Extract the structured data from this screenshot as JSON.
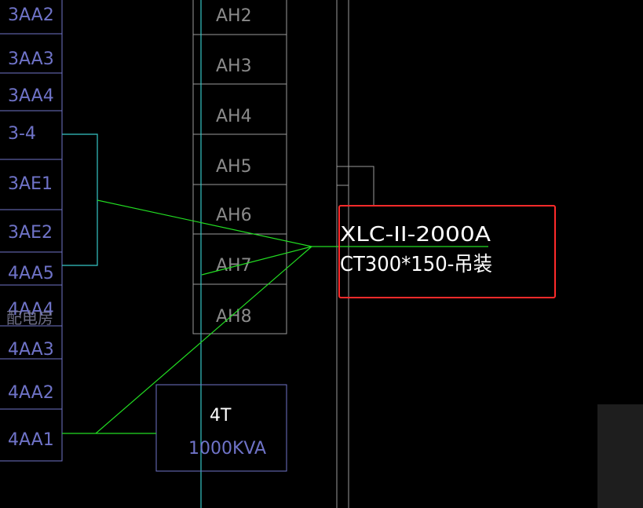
{
  "colors": {
    "background": "#000000",
    "panel_blue": "#6f73c8",
    "cabinet_gray": "#9a9a9a",
    "wire_green": "#22dd22",
    "wire_cyan": "#35c6c6",
    "highlight_red": "#ff2a2a",
    "label_white": "#ffffff"
  },
  "left_panels": [
    "3AA2",
    "3AA3",
    "3AA4",
    "3-4",
    "3AE1",
    "3AE2",
    "4AA5",
    "4AA4",
    "4AA3",
    "4AA2",
    "4AA1"
  ],
  "overlay_label": "配电房",
  "cabinets": [
    "AH2",
    "AH3",
    "AH4",
    "AH5",
    "AH6",
    "AH7",
    "AH8"
  ],
  "transformer": {
    "name": "4T",
    "capacity": "1000KVA"
  },
  "busway_callout": {
    "line1": "XLC-II-2000A",
    "line2": "CT300*150-吊装"
  }
}
